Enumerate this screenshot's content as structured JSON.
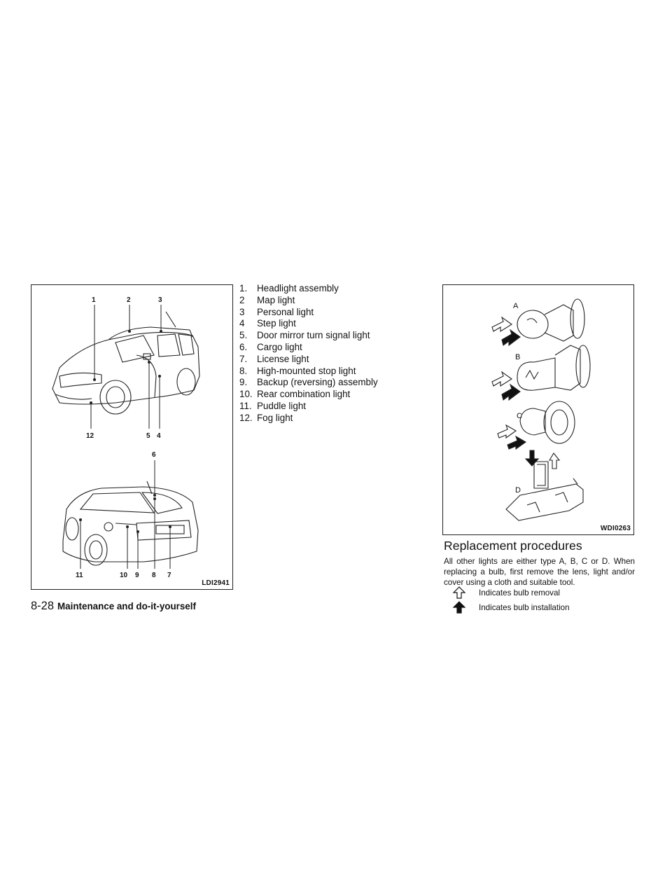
{
  "figures": {
    "left": {
      "code": "LDI2941",
      "callouts_top": [
        "1",
        "2",
        "3",
        "12",
        "5",
        "4"
      ],
      "callouts_bottom": [
        "6",
        "11",
        "10",
        "9",
        "8",
        "7"
      ]
    },
    "right": {
      "code": "WDI0263",
      "letters": [
        "A",
        "B",
        "C",
        "D"
      ]
    }
  },
  "legend": [
    {
      "num": "1.",
      "label": "Headlight assembly"
    },
    {
      "num": "2",
      "label": "Map light"
    },
    {
      "num": "3",
      "label": "Personal light"
    },
    {
      "num": "4",
      "label": "Step light"
    },
    {
      "num": "5.",
      "label": "Door mirror turn signal light"
    },
    {
      "num": "6.",
      "label": "Cargo light"
    },
    {
      "num": "7.",
      "label": "License light"
    },
    {
      "num": "8.",
      "label": "High-mounted stop light"
    },
    {
      "num": "9.",
      "label": "Backup (reversing) assembly"
    },
    {
      "num": "10.",
      "label": "Rear combination light"
    },
    {
      "num": "11.",
      "label": "Puddle light"
    },
    {
      "num": "12.",
      "label": "Fog light"
    }
  ],
  "section": {
    "heading": "Replacement procedures",
    "body": "All other lights are either type A, B, C or D. When replacing a bulb, first remove the lens, light and/or cover using a cloth and suitable tool.",
    "removal_label": "Indicates bulb removal",
    "install_label": "Indicates bulb installation",
    "removal_icon": "outline-up-arrow-icon",
    "install_icon": "filled-up-arrow-icon"
  },
  "footer": {
    "page_number": "8-28",
    "section_name": "Maintenance and do-it-yourself"
  }
}
